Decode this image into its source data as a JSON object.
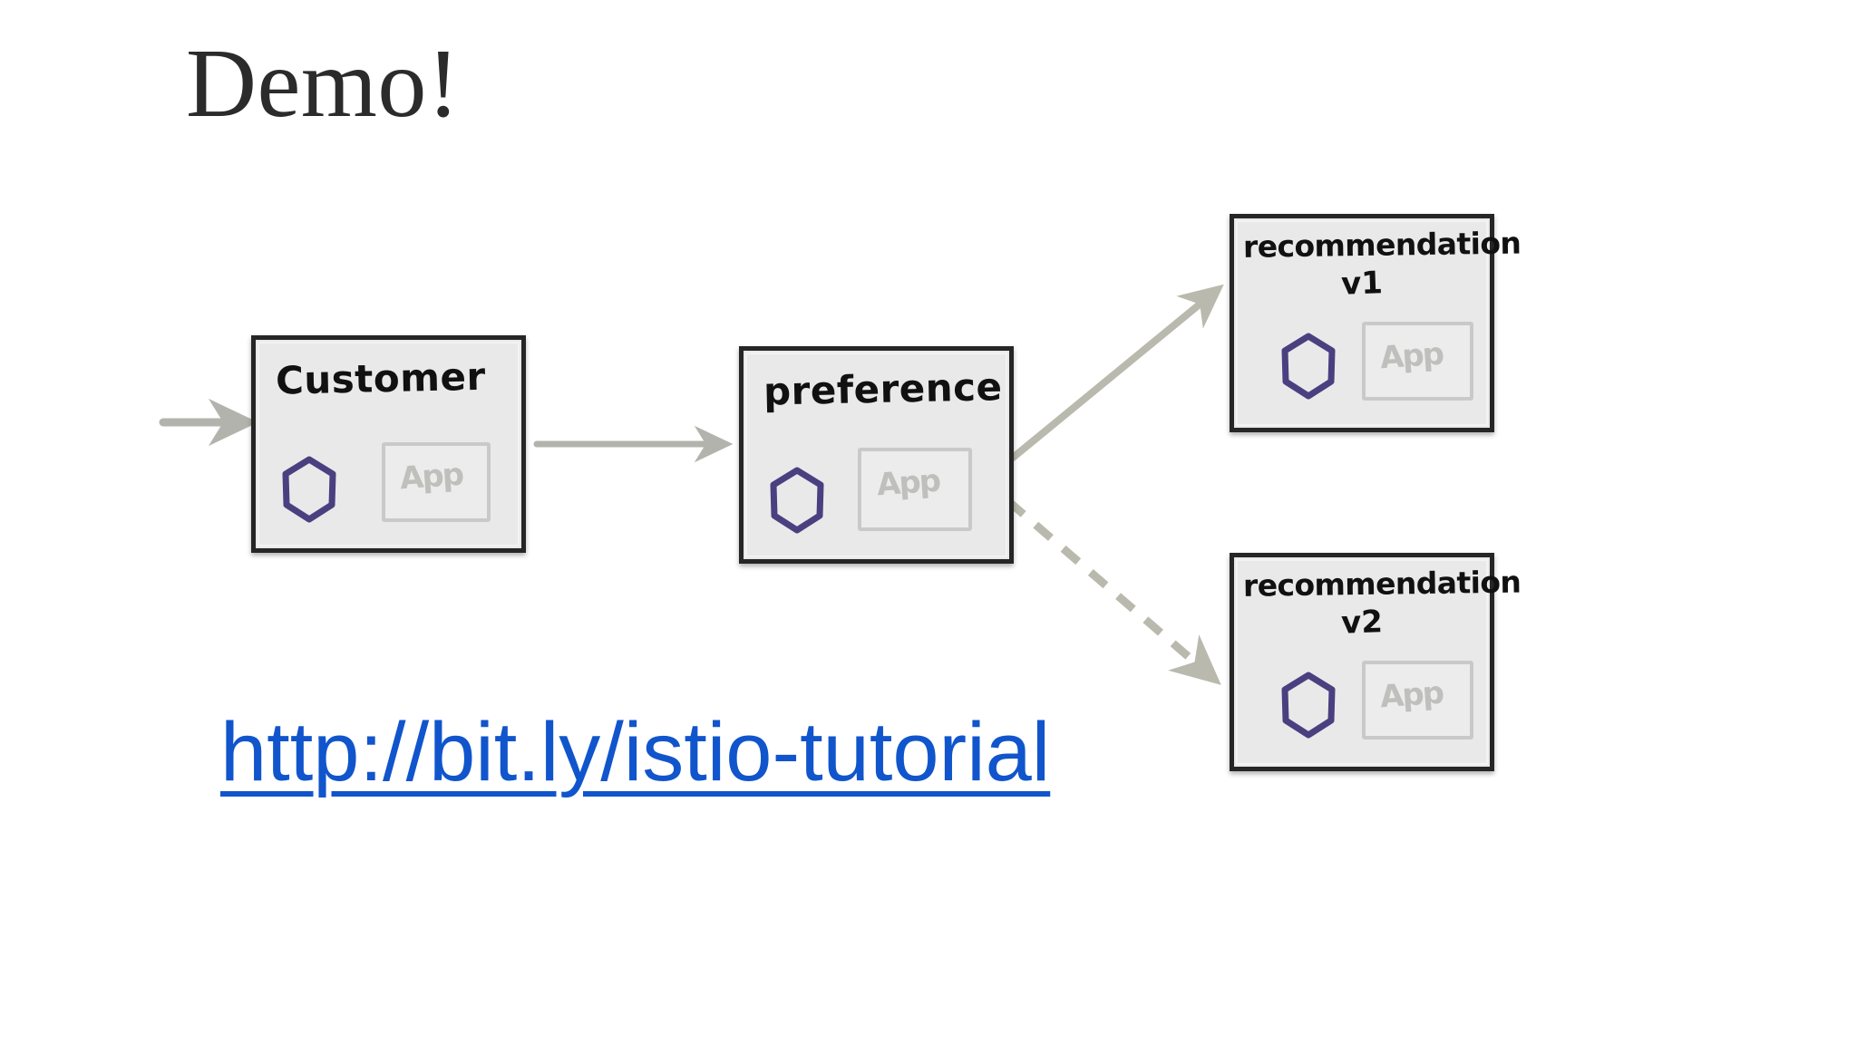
{
  "slide": {
    "title": "Demo!",
    "background_color": "#ffffff",
    "title_color": "#2b2b2b"
  },
  "colors": {
    "box_fill": "#e9e9e9",
    "box_border": "#262626",
    "hexagon": "#4a4080",
    "app_box_border": "#c9c9c9",
    "app_label": "#b0b0ac",
    "arrow": "#b3b3ad",
    "link": "#1155cc"
  },
  "diagram": {
    "type": "service-mesh-flow",
    "nodes": [
      {
        "id": "customer",
        "label": "Customer",
        "version": "",
        "icon": "hexagon-icon",
        "app_label": "App"
      },
      {
        "id": "preference",
        "label": "preference",
        "version": "",
        "icon": "hexagon-icon",
        "app_label": "App"
      },
      {
        "id": "recommendation-v1",
        "label": "recommendation",
        "version": "v1",
        "icon": "hexagon-icon",
        "app_label": "App"
      },
      {
        "id": "recommendation-v2",
        "label": "recommendation",
        "version": "v2",
        "icon": "hexagon-icon",
        "app_label": "App"
      }
    ],
    "edges": [
      {
        "id": "ingress-customer",
        "from": "ingress",
        "to": "customer",
        "style": "solid"
      },
      {
        "id": "customer-preference",
        "from": "customer",
        "to": "preference",
        "style": "solid"
      },
      {
        "id": "preference-recommendation-v1",
        "from": "preference",
        "to": "recommendation-v1",
        "style": "solid"
      },
      {
        "id": "preference-recommendation-v2",
        "from": "preference",
        "to": "recommendation-v2",
        "style": "dashed"
      }
    ]
  },
  "link": {
    "text": "http://bit.ly/istio-tutorial",
    "url": "http://bit.ly/istio-tutorial"
  }
}
